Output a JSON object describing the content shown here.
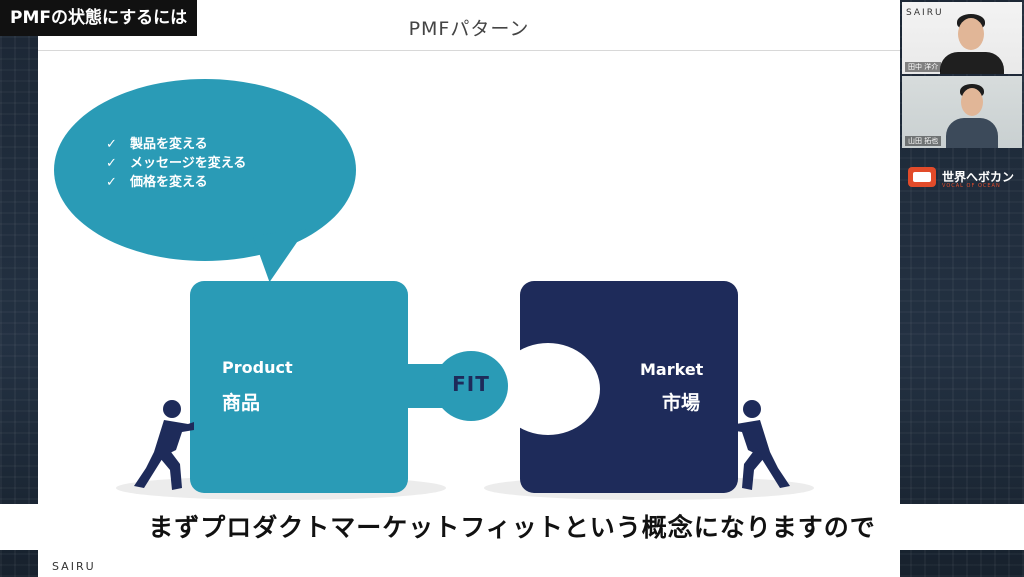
{
  "corner_caption": "PMFの状態にするには",
  "slide": {
    "title": "PMFパターン",
    "bubble_items": [
      {
        "check": "✓",
        "text": "製品を変える"
      },
      {
        "check": "✓",
        "text": "メッセージを変える"
      },
      {
        "check": "✓",
        "text": "価格を変える"
      }
    ],
    "product_label_en": "Product",
    "product_label_ja": "商品",
    "fit_label": "FIT",
    "market_label_en": "Market",
    "market_label_ja": "市場",
    "footer_brand": "SAIRU"
  },
  "subtitle": "まずプロダクトマーケットフィットという概念になりますので",
  "sidebar": {
    "webcam_1": {
      "label": "SAIRU",
      "nameplate": "田中 洋介"
    },
    "webcam_2": {
      "nameplate": "山田 拓也"
    },
    "brand_name": "世界へボカン",
    "brand_sub": "VOCAL OF OCEAN"
  },
  "colors": {
    "teal": "#2a9bb6",
    "navy": "#1e2b5a",
    "brand_red": "#e24b2a"
  },
  "icons": [
    "check-icon",
    "person-pushing-icon",
    "brand-logo-icon"
  ]
}
